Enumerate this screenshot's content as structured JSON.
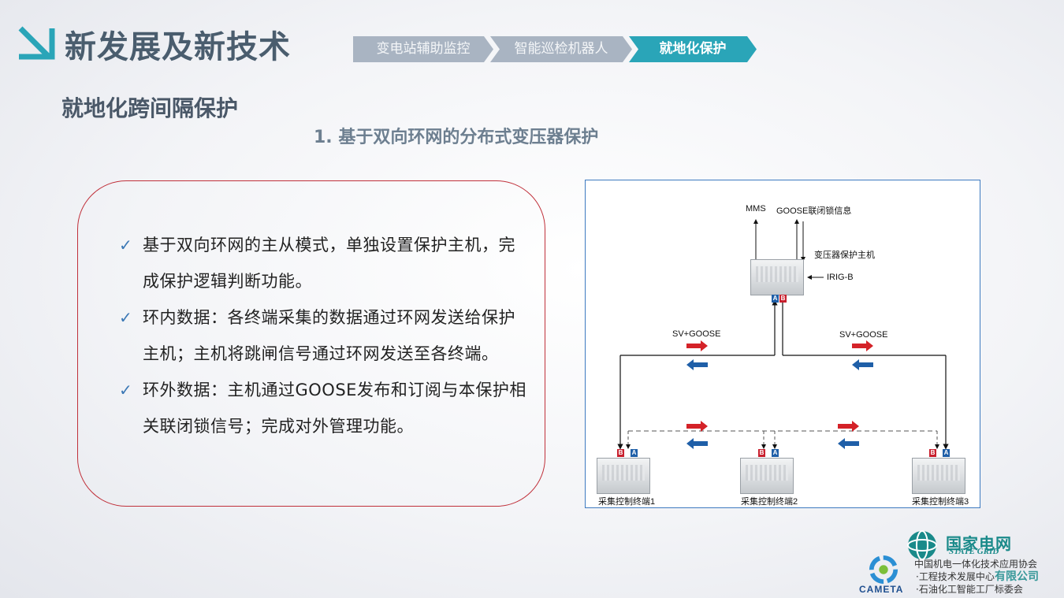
{
  "header": {
    "main_title": "新发展及新技术",
    "steps": [
      {
        "label": "变电站辅助监控",
        "state": "inactive"
      },
      {
        "label": "智能巡检机器人",
        "state": "inactive"
      },
      {
        "label": "就地化保护",
        "state": "active"
      }
    ]
  },
  "sub_title": "就地化跨间隔保护",
  "section_title": "1. 基于双向环网的分布式变压器保护",
  "bullets": [
    "基于双向环网的主从模式，单独设置保护主机，完成保护逻辑判断功能。",
    "环内数据：各终端采集的数据通过环网发送给保护主机；主机将跳闸信号通过环网发送至各终端。",
    "环外数据：主机通过GOOSE发布和订阅与本保护相关联闭锁信号；完成对外管理功能。"
  ],
  "diagram": {
    "top_labels": {
      "mms": "MMS",
      "goose": "GOOSE联闭锁信息"
    },
    "host_label": "变压器保护主机",
    "irig_label": "IRIG-B",
    "link_left": "SV+GOOSE",
    "link_right": "SV+GOOSE",
    "port_a": "A",
    "port_b": "B",
    "terminals": [
      "采集控制终端1",
      "采集控制终端2",
      "采集控制终端3"
    ]
  },
  "footer": {
    "association": "中国机电一体化技术应用协会",
    "line2": "·工程技术发展中心",
    "line3": "·石油化工智能工厂标委会",
    "cameta": "CAMETA",
    "state_grid_cn": "国家电网",
    "state_grid_en": "STATE GRID",
    "company": "有限公司"
  },
  "colors": {
    "accent": "#2aa5b8",
    "border_red": "#c0303a",
    "arrow_red": "#d42228",
    "arrow_blue": "#1f5fa8"
  }
}
